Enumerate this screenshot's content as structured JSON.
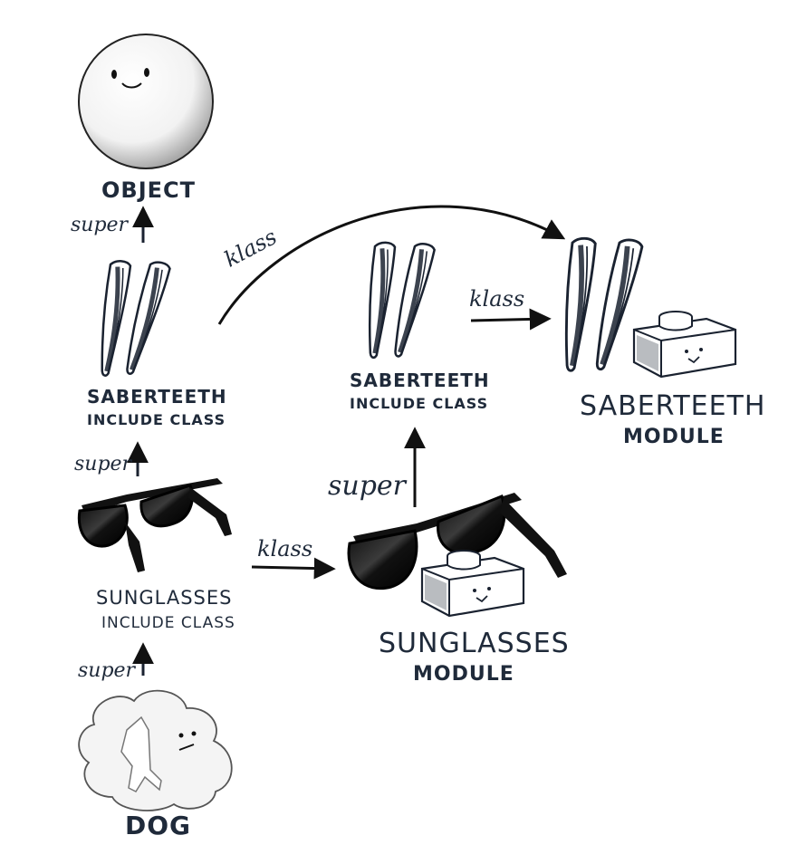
{
  "nodes": {
    "object": {
      "label": "OBJECT"
    },
    "saberteeth_include_class": {
      "line1": "SABERTEETH",
      "line2": "INCLUDE CLASS"
    },
    "saberteeth_include_class_copy": {
      "line1": "SABERTEETH",
      "line2": "INCLUDE CLASS"
    },
    "saberteeth_module": {
      "line1": "SABERTEETH",
      "line2": "MODULE"
    },
    "sunglasses_include_class": {
      "line1": "SUNGLASSES",
      "line2": "INCLUDE CLASS"
    },
    "sunglasses_module": {
      "line1": "SUNGLASSES",
      "line2": "MODULE"
    },
    "dog": {
      "label": "DOG"
    }
  },
  "edges": {
    "super_label": "super",
    "klass_label": "klass"
  },
  "ink_color": "#1f2a3a",
  "icons": [
    "smiling-ball-icon",
    "saber-teeth-icon",
    "sunglasses-icon",
    "module-box-icon",
    "fluffy-dog-icon"
  ]
}
